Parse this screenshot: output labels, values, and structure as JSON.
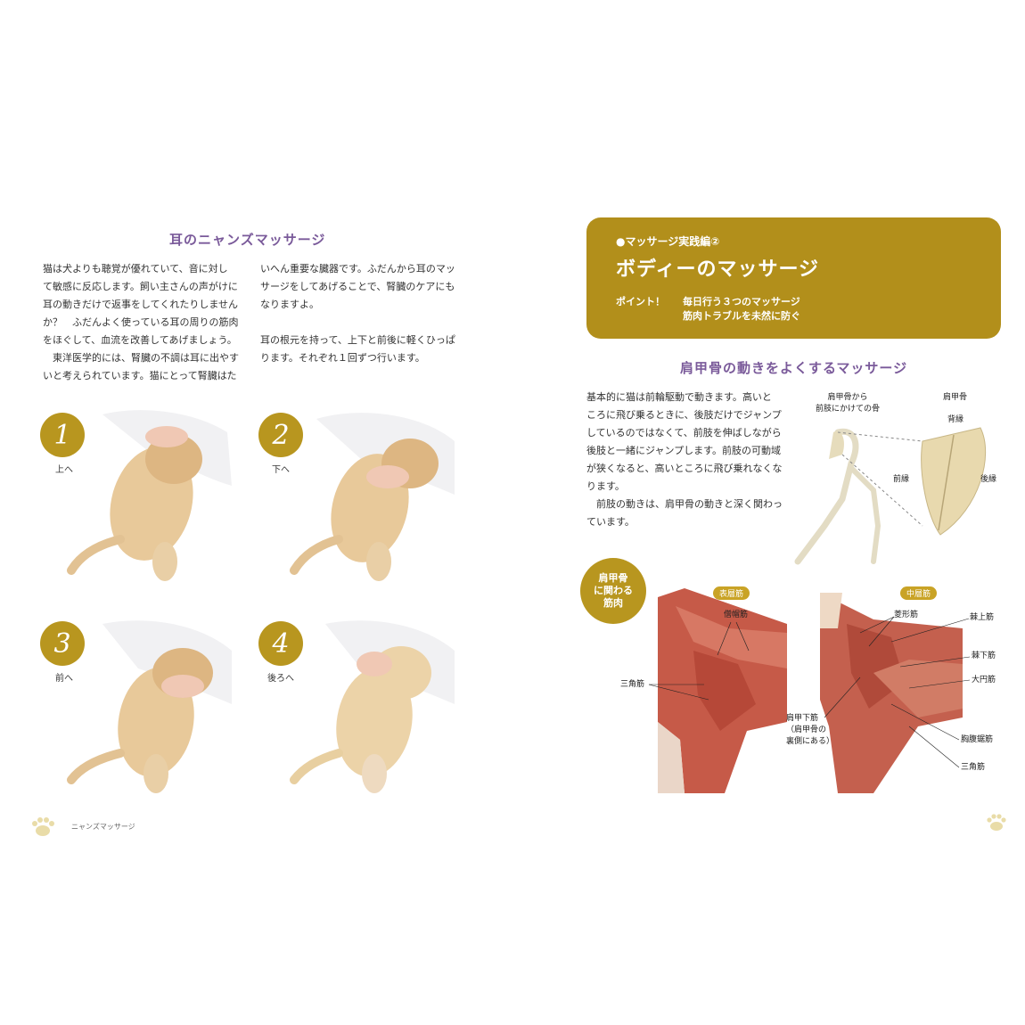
{
  "left": {
    "title": "耳のニャンズマッサージ",
    "col1": "猫は犬よりも聴覚が優れていて、音に対し\nて敏感に反応します。飼い主さんの声がけに\n耳の動きだけで返事をしてくれたりしません\nか？　ふだんよく使っている耳の周りの筋肉\nをほぐして、血流を改善してあげましょう。\n　東洋医学的には、腎臓の不調は耳に出やす\nいと考えられています。猫にとって腎臓はた",
    "col2": "いへん重要な臓器です。ふだんから耳のマッ\nサージをしてあげることで、腎臓のケアにも\nなりますよ。\n\n耳の根元を持って、上下と前後に軽くひっぱ\nります。それぞれ１回ずつ行います。",
    "steps": [
      {
        "num": "1",
        "label": "上へ"
      },
      {
        "num": "2",
        "label": "下へ"
      },
      {
        "num": "3",
        "label": "前へ"
      },
      {
        "num": "4",
        "label": "後ろへ"
      }
    ],
    "footer": "ニャンズマッサージ"
  },
  "right": {
    "banner": {
      "kicker": "●マッサージ実践編②",
      "title": "ボディーのマッサージ",
      "point_label": "ポイント！",
      "point1": "毎日行う３つのマッサージ",
      "point2": "筋肉トラブルを未然に防ぐ"
    },
    "subtitle": "肩甲骨の動きをよくするマッサージ",
    "body": "基本的に猫は前輪駆動で動きます。高いと\nころに飛び乗るときに、後肢だけでジャンプ\nしているのではなくて、前肢を伸ばしながら\n後肢と一緒にジャンプします。前肢の可動域\nが狭くなると、高いところに飛び乗れなくな\nります。\n　前肢の動きは、肩甲骨の動きと深く関わっ\nています。",
    "bone_labels": {
      "caption": "肩甲骨から\n前肢にかけての骨",
      "scapula": "肩甲骨",
      "spine": "背縁",
      "front": "前縁",
      "rear": "後縁"
    },
    "muscle_badge": "肩甲骨\nに関わる\n筋肉",
    "surface": {
      "pill": "表層筋",
      "trapezius": "僧帽筋",
      "deltoid": "三角筋"
    },
    "middle": {
      "pill": "中層筋",
      "rhomboid": "菱形筋",
      "supraspinatus": "棘上筋",
      "infraspinatus": "棘下筋",
      "teres_major": "大円筋",
      "subscapularis": "肩甲下筋\n（肩甲骨の\n裏側にある）",
      "serratus": "胸腹鋸筋",
      "deltoid": "三角筋"
    }
  }
}
